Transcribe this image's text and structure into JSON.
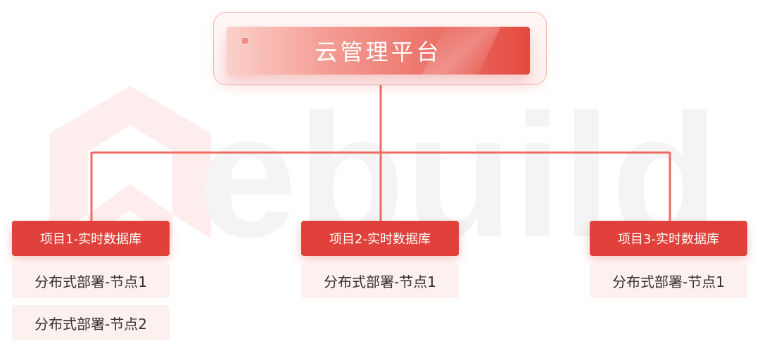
{
  "root": {
    "label": "云管理平台"
  },
  "watermark": {
    "text": "ebuild"
  },
  "projects": [
    {
      "label": "项目1-实时数据库",
      "nodes": [
        "分布式部署-节点1",
        "分布式部署-节点2"
      ]
    },
    {
      "label": "项目2-实时数据库",
      "nodes": [
        "分布式部署-节点1"
      ]
    },
    {
      "label": "项目3-实时数据库",
      "nodes": [
        "分布式部署-节点1"
      ]
    }
  ],
  "colors": {
    "accent": "#e0413a",
    "line": "#ef6a63",
    "node_bg": "#fdf1f0",
    "watermark": "#f3f3f3"
  }
}
